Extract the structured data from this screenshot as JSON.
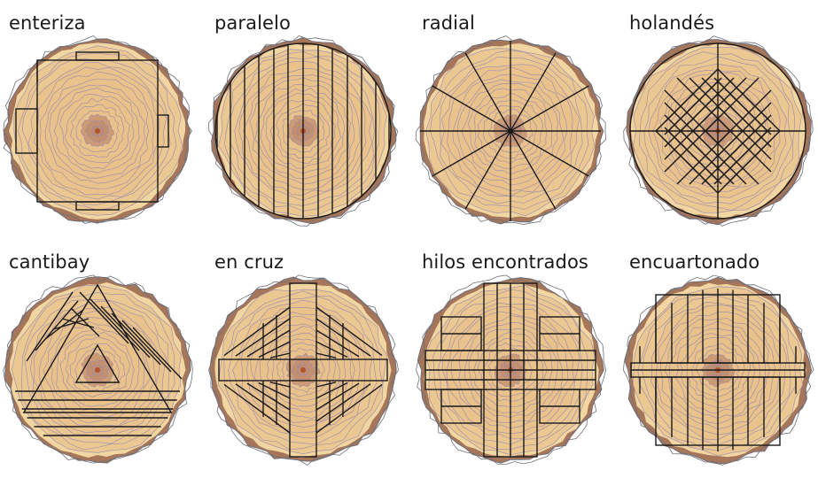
{
  "diagrams": [
    {
      "id": "enteriza",
      "label": "enteriza",
      "cut": "enteriza"
    },
    {
      "id": "paralelo",
      "label": "paralelo",
      "cut": "paralelo"
    },
    {
      "id": "radial",
      "label": "radial",
      "cut": "radial"
    },
    {
      "id": "holandes",
      "label": "holandés",
      "cut": "holandes"
    },
    {
      "id": "cantibay",
      "label": "cantibay",
      "cut": "cantibay"
    },
    {
      "id": "en-cruz",
      "label": "en cruz",
      "cut": "encruz"
    },
    {
      "id": "hilos-encontrados",
      "label": "hilos encontrados",
      "cut": "hilos"
    },
    {
      "id": "encuartonado",
      "label": "encuartonado",
      "cut": "encuartonado"
    }
  ],
  "colors": {
    "bark": "#a6765a",
    "bark_outline": "#6f6f7a",
    "wood_light": "#f2d6a2",
    "wood_mid": "#e8c08a",
    "heart": "#c08a6a",
    "ring_line": "#9a8ab0",
    "cut_line": "#1a1a1a"
  }
}
